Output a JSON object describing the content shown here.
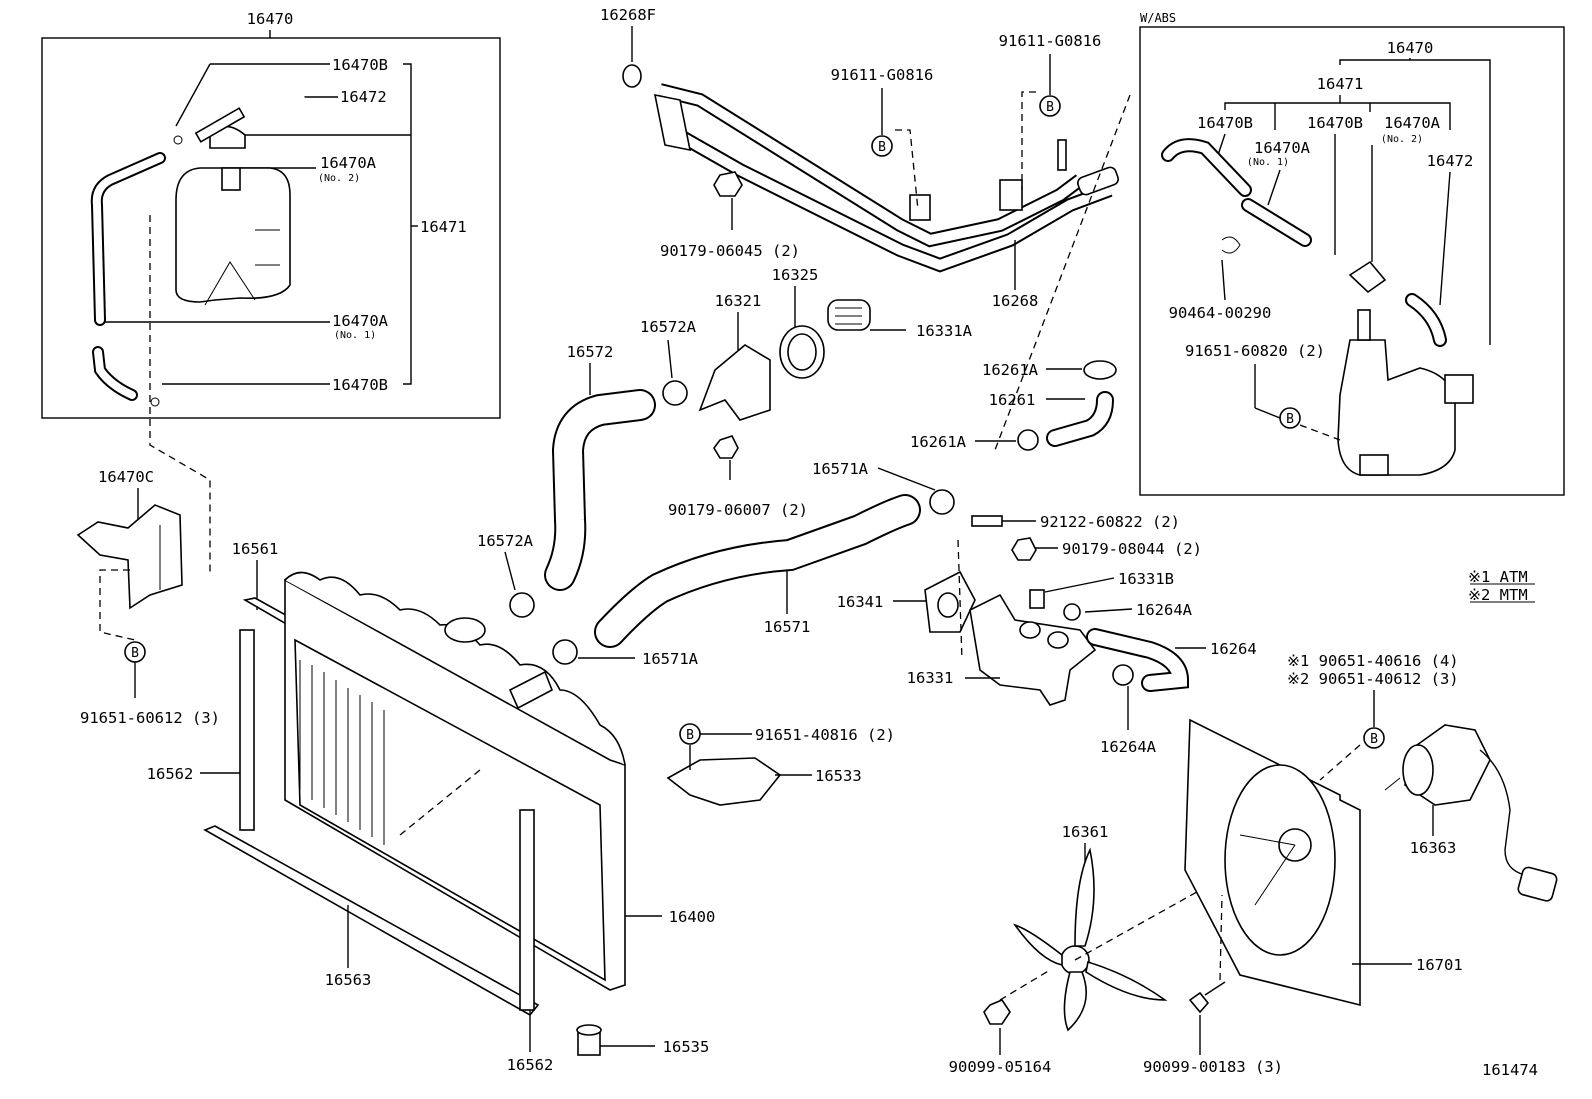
{
  "diagram_id": "161474",
  "legend": {
    "atm": "※1 ATM",
    "mtm": "※2 MTM"
  },
  "panels": {
    "abs_title": "W/ABS"
  },
  "callout": "B",
  "labels": {
    "p16470_top": "16470",
    "p16470B_1": "16470B",
    "p16472_1": "16472",
    "p16470A_1": "16470A",
    "p16470A_1_note": "(No. 2)",
    "p16471_1": "16471",
    "p16470A_2": "16470A",
    "p16470A_2_note": "(No. 1)",
    "p16470B_2": "16470B",
    "p16470C": "16470C",
    "p91651_60612": "91651-60612 (3)",
    "p16561": "16561",
    "p16562_a": "16562",
    "p16562_b": "16562",
    "p16563": "16563",
    "p16400": "16400",
    "p16535": "16535",
    "p16268F": "16268F",
    "p91611_G0816_a": "91611-G0816",
    "p91611_G0816_b": "91611-G0816",
    "p90179_06045": "90179-06045 (2)",
    "p16268": "16268",
    "p16325": "16325",
    "p16321": "16321",
    "p16572A_a": "16572A",
    "p16572": "16572",
    "p16331A": "16331A",
    "p90179_06007": "90179-06007 (2)",
    "p16572A_b": "16572A",
    "p16571": "16571",
    "p16571A_a": "16571A",
    "p16571A_b": "16571A",
    "p16261A_a": "16261A",
    "p16261": "16261",
    "p16261A_b": "16261A",
    "p92122_60822": "92122-60822 (2)",
    "p90179_08044": "90179-08044 (2)",
    "p16331B": "16331B",
    "p16341": "16341",
    "p16264A_a": "16264A",
    "p16264": "16264",
    "p16331": "16331",
    "p16264A_b": "16264A",
    "p91651_40816": "91651-40816 (2)",
    "p16533": "16533",
    "p16361": "16361",
    "p90099_05164": "90099-05164",
    "p90099_00183": "90099-00183 (3)",
    "p16701": "16701",
    "p16363": "16363",
    "p90651_40616": "※1  90651-40616 (4)",
    "p90651_40612": "※2  90651-40612 (3)",
    "abs_16470": "16470",
    "abs_16471": "16471",
    "abs_16470B_a": "16470B",
    "abs_16470A_a": "16470A",
    "abs_16470A_a_note": "(No. 1)",
    "abs_16470B_b": "16470B",
    "abs_16470A_b": "16470A",
    "abs_16470A_b_note": "(No. 2)",
    "abs_16472": "16472",
    "abs_90464_00290": "90464-00290",
    "abs_91651_60820": "91651-60820 (2)"
  }
}
